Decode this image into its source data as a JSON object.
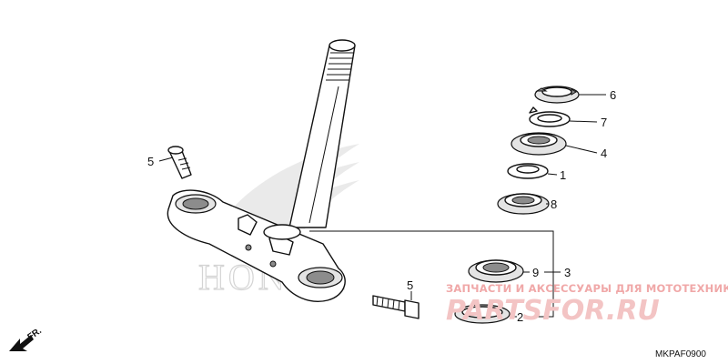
{
  "callouts": [
    {
      "id": "callout-5-bolt-upper",
      "label": "5"
    },
    {
      "id": "callout-6",
      "label": "6"
    },
    {
      "id": "callout-7",
      "label": "7"
    },
    {
      "id": "callout-4",
      "label": "4"
    },
    {
      "id": "callout-1",
      "label": "1"
    },
    {
      "id": "callout-8",
      "label": "8"
    },
    {
      "id": "callout-9",
      "label": "9"
    },
    {
      "id": "callout-3",
      "label": "3"
    },
    {
      "id": "callout-5-bolt-lower",
      "label": "5"
    },
    {
      "id": "callout-2",
      "label": "2"
    }
  ],
  "watermark": {
    "subtitle": "ЗАПЧАСТИ И АКСЕССУАРЫ ДЛЯ МОТОТЕХНИКИ",
    "site": "PARTSFOR.RU",
    "brand": "HONDA"
  },
  "diagram_code": "MKPAF0900",
  "front_indicator": "FR.",
  "colors": {
    "ink": "#111111",
    "watermark_red": "#f0a8a8",
    "watermark_grey": "#d4d4d4"
  }
}
